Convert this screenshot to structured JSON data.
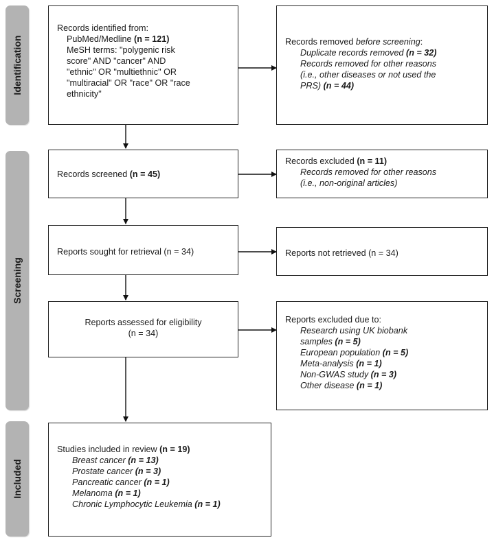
{
  "phases": {
    "identification": "Identification",
    "screening": "Screening",
    "included": "Included"
  },
  "identified": {
    "heading": "Records identified from:",
    "source": "PubMed/Medline",
    "source_n": "(n = 121)",
    "mesh_lines": [
      "MeSH terms: \"polygenic risk",
      "score\" AND \"cancer\" AND",
      "\"ethnic\" OR \"multiethnic\" OR",
      "\"multiracial\" OR \"race\" OR \"race",
      "ethnicity\""
    ]
  },
  "removed": {
    "heading_pre": "Records removed ",
    "heading_em": "before screening",
    "heading_post": ":",
    "dup": "Duplicate records removed",
    "dup_n": "(n = 32)",
    "other_lines": [
      "Records removed for other reasons",
      "(i.e., other diseases or not used the"
    ],
    "other_last": "PRS)",
    "other_n": "(n = 44)"
  },
  "screened": {
    "label": "Records screened",
    "n": "(n = 45)"
  },
  "excluded": {
    "heading": "Records excluded",
    "n": "(n = 11)",
    "line1": "Records removed for other reasons",
    "line2": "(i.e., non-original articles)"
  },
  "sought": {
    "text": "Reports sought for retrieval (n = 34)"
  },
  "not_retrieved": {
    "text": "Reports not retrieved (n = 34)"
  },
  "assessed": {
    "line1": "Reports assessed for eligibility",
    "line2": "(n = 34)"
  },
  "excluded_reports": {
    "heading": "Reports excluded due to:",
    "items": [
      {
        "label": "Research using UK biobank",
        "label2": "samples",
        "n": "(n = 5)"
      },
      {
        "label": "European population",
        "n": "(n = 5)"
      },
      {
        "label": "Meta-analysis",
        "n": "(n = 1)"
      },
      {
        "label": "Non-GWAS study",
        "n": "(n = 3)"
      },
      {
        "label": "Other disease",
        "n": "(n = 1)"
      }
    ]
  },
  "included": {
    "heading": "Studies included in review",
    "n": "(n = 19)",
    "items": [
      {
        "label": "Breast cancer",
        "n": "(n = 13)"
      },
      {
        "label": "Prostate cancer",
        "n": "(n = 3)"
      },
      {
        "label": "Pancreatic cancer",
        "n": "(n = 1)"
      },
      {
        "label": "Melanoma",
        "n": "(n = 1)"
      },
      {
        "label": "Chronic Lymphocytic Leukemia",
        "n": "(n = 1)"
      }
    ]
  }
}
